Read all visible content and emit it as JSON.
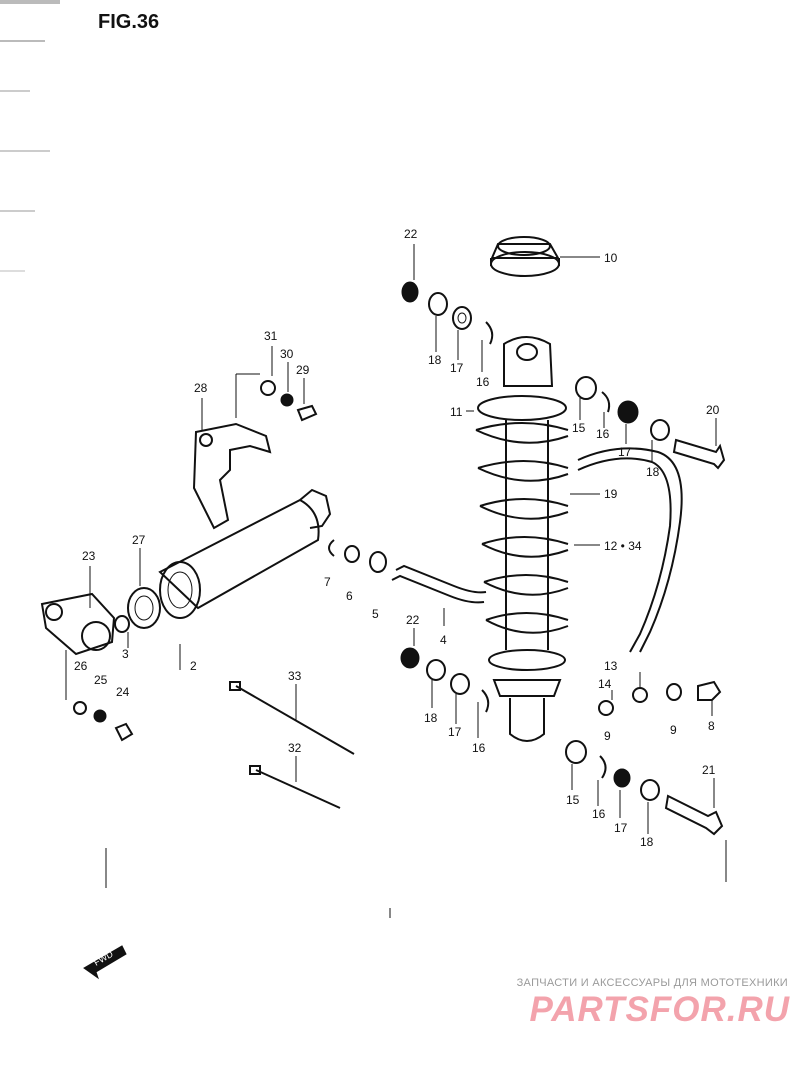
{
  "figure": {
    "title": "FIG.36"
  },
  "labels": {
    "l10": "10",
    "l22a": "22",
    "l18a": "18",
    "l17a": "17",
    "l16a": "16",
    "l31": "31",
    "l30": "30",
    "l29": "29",
    "l28": "28",
    "l11": "11",
    "l15a": "15",
    "l16b": "16",
    "l20": "20",
    "l17b": "17",
    "l18b": "18",
    "l19": "19",
    "l27": "27",
    "l23": "23",
    "l7": "7",
    "l6": "6",
    "l5": "5",
    "l12": "12 • 34",
    "l4": "4",
    "l22b": "22",
    "l3": "3",
    "l2": "2",
    "l26": "26",
    "l25": "25",
    "l24": "24",
    "l33": "33",
    "l32": "32",
    "l13": "13",
    "l14": "14",
    "l9a": "9",
    "l9b": "9",
    "l8": "8",
    "l18c": "18",
    "l17c": "17",
    "l16c": "16",
    "l21": "21",
    "l15b": "15",
    "l16d": "16",
    "l17d": "17",
    "l18d": "18"
  },
  "fwd_label": "FWD",
  "watermark": {
    "caption": "ЗАПЧАСТИ И АКСЕССУАРЫ ДЛЯ МОТОТЕХНИКИ",
    "brand": "PARTSFOR.RU",
    "brand_color": "#f3a3ac"
  }
}
